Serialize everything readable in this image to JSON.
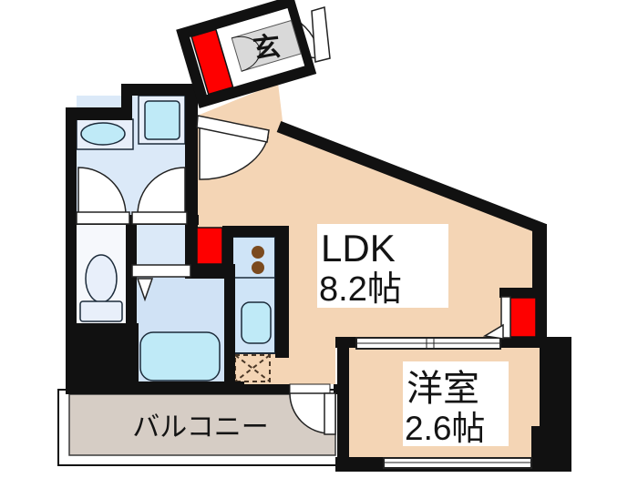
{
  "floorplan": {
    "rooms": {
      "entrance": {
        "label": "玄"
      },
      "ldk": {
        "label": "LDK",
        "size": "8.2帖"
      },
      "western_room": {
        "label": "洋室",
        "size": "2.6帖"
      },
      "balcony": {
        "label": "バルコニー"
      }
    },
    "palette": {
      "wall": "#111111",
      "ldk_floor": "#f4d5b5",
      "wet_area_floor": "#dbe9f8",
      "bath_floor": "#d0e2f5",
      "toilet_floor": "#f6f8fc",
      "balcony_floor": "#d6cdc5",
      "entrance_floor": "#d9d9d9",
      "fixture_cyan": "#bfeaf7",
      "fixture_panel": "#e8effa",
      "kitchen_counter": "#cfe4f7",
      "accent_red": "#fe0000",
      "burner_brown": "#7b4a1e"
    }
  }
}
